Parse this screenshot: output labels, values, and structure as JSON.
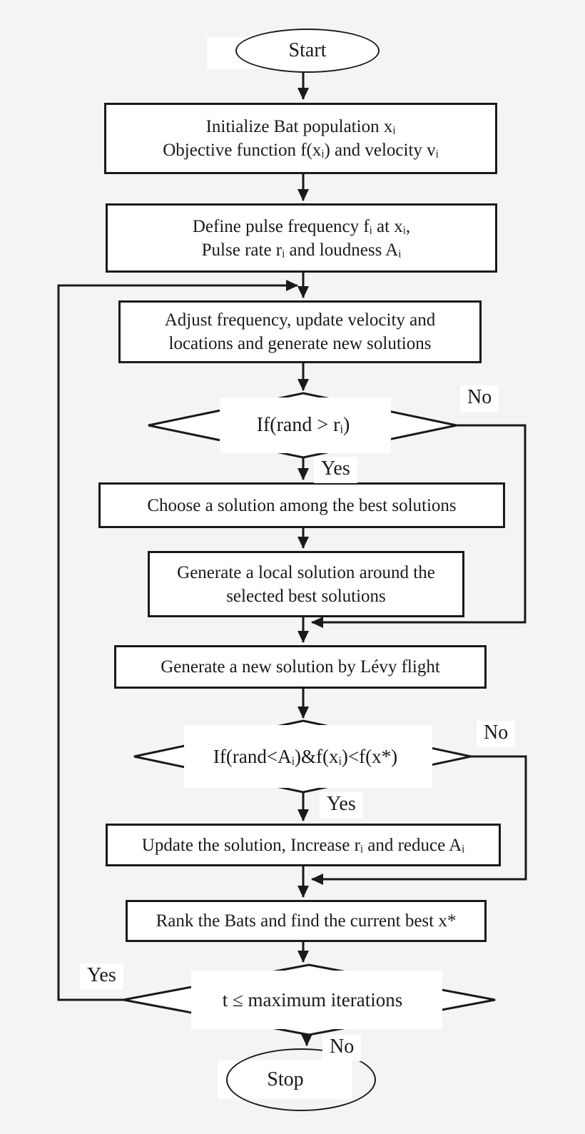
{
  "figure": {
    "title": "Bat algorithm flowchart",
    "background_color": "#f4f4f4",
    "stroke_color": "#1a1a1a",
    "node_fill_color": "#ffffff"
  },
  "nodes": {
    "start": {
      "type": "terminator",
      "label": "Start"
    },
    "initialize": {
      "type": "process",
      "lines": [
        "Initialize Bat population xᵢ",
        "Objective function f(xᵢ) and velocity vᵢ"
      ]
    },
    "define": {
      "type": "process",
      "lines": [
        "Define pulse frequency fᵢ at xᵢ,",
        "Pulse rate rᵢ and loudness Aᵢ"
      ]
    },
    "adjust": {
      "type": "process",
      "lines": [
        "Adjust frequency, update velocity and",
        "locations and generate new solutions"
      ]
    },
    "decision_pulse": {
      "type": "decision",
      "label": "If(rand > rᵢ)"
    },
    "choose": {
      "type": "process",
      "lines": [
        "Choose a solution among the best solutions"
      ]
    },
    "local": {
      "type": "process",
      "lines": [
        "Generate a local solution around the",
        "selected best solutions"
      ]
    },
    "levy": {
      "type": "process",
      "lines": [
        "Generate a new solution by Lévy flight"
      ]
    },
    "decision_loudness": {
      "type": "decision",
      "label": "If(rand<Aᵢ)&f(xᵢ)<f(x*)"
    },
    "update": {
      "type": "process",
      "lines": [
        "Update the solution, Increase rᵢ and reduce Aᵢ"
      ]
    },
    "rank": {
      "type": "process",
      "lines": [
        "Rank the Bats and find the current best x*"
      ]
    },
    "decision_iterations": {
      "type": "decision",
      "label": "t ≤ maximum iterations"
    },
    "stop": {
      "type": "terminator",
      "label": "Stop"
    }
  },
  "branches": {
    "decision_pulse": {
      "yes": "Yes",
      "no": "No"
    },
    "decision_loudness": {
      "yes": "Yes",
      "no": "No"
    },
    "decision_iterations": {
      "yes": "Yes",
      "no": "No"
    }
  }
}
